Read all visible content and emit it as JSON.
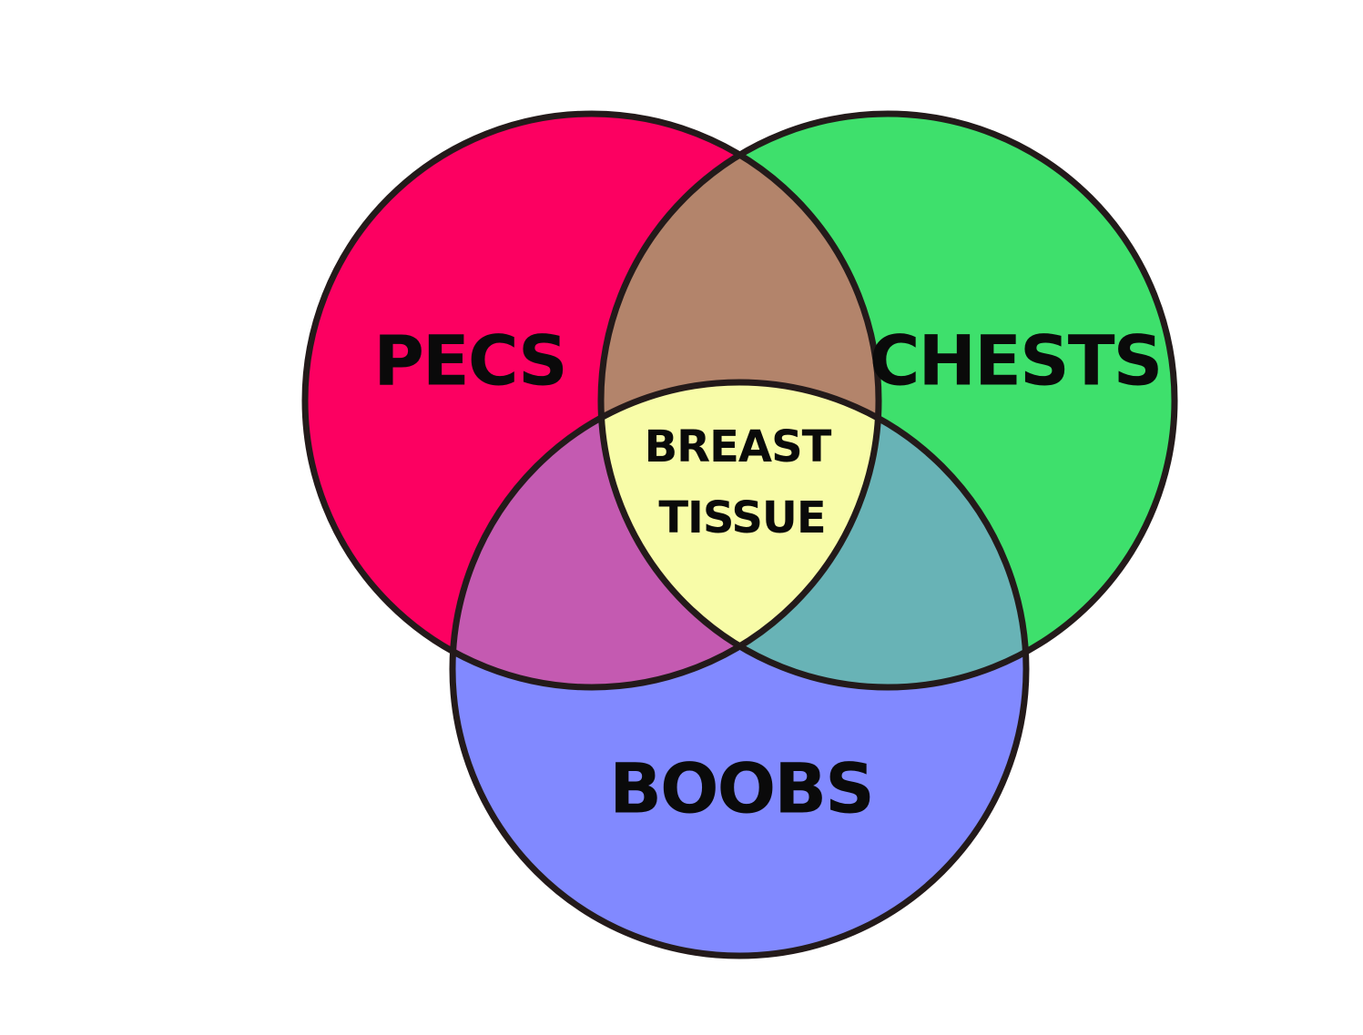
{
  "diagram": {
    "sets": [
      {
        "id": "pecs",
        "label": "PECS",
        "color": "#fc0061"
      },
      {
        "id": "chests",
        "label": "CHESTS",
        "color": "#3ee06c"
      },
      {
        "id": "boobs",
        "label": "BOOBS",
        "color": "#8189ff"
      }
    ],
    "intersections": {
      "pecs_chests": {
        "color": "#b3846b"
      },
      "pecs_boobs": {
        "color": "#c45ab1"
      },
      "chests_boobs": {
        "color": "#68b3b6"
      },
      "all": {
        "label_line1": "BREAST",
        "label_line2": "TISSUE",
        "color": "#f8fca8"
      }
    },
    "outline_color": "#231a1a"
  }
}
